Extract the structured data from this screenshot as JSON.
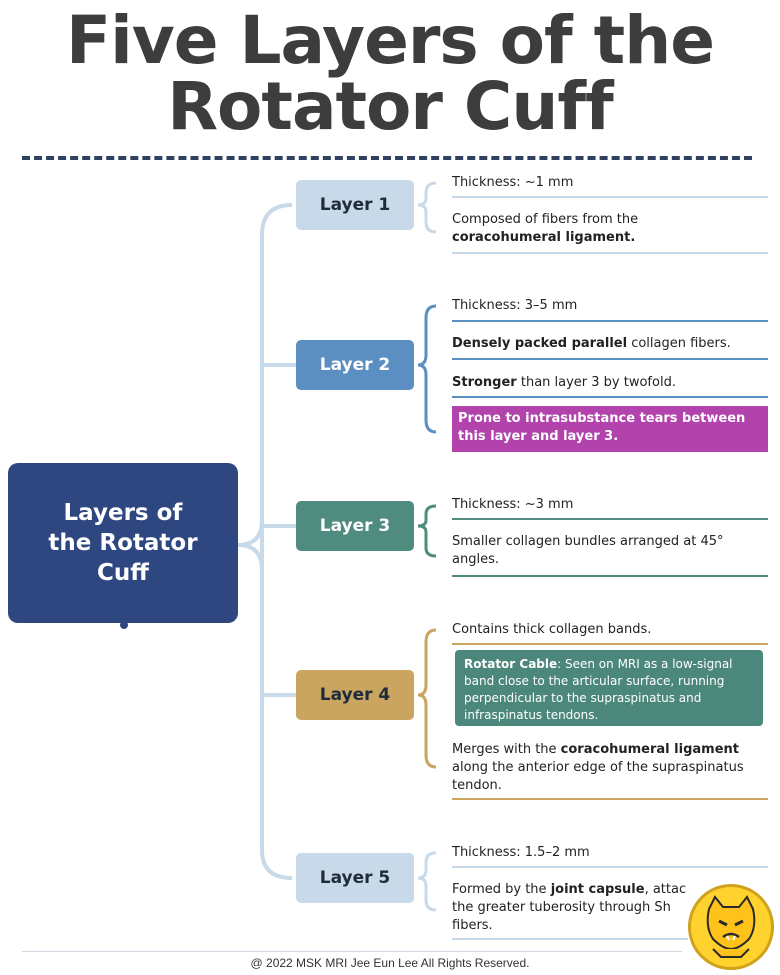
{
  "title": {
    "line1": "Five Layers of the",
    "line2": "Rotator Cuff"
  },
  "central": {
    "label": "Layers of the Rotator Cuff"
  },
  "colors": {
    "layer1": "#c8d9ea",
    "layer2": "#5b8fc2",
    "layer3": "#4f8c7f",
    "layer4": "#c9a560",
    "layer5": "#c8d9ea",
    "highlight": "#b243ad",
    "central": "#2f4781"
  },
  "layers": [
    {
      "label": "Layer 1",
      "thickness": "Thickness: ~1 mm",
      "desc_a": "Composed of fibers from the ",
      "desc_b": "coracohumeral ligament."
    },
    {
      "label": "Layer 2",
      "thickness": "Thickness: 3–5 mm",
      "item1_bold": "Densely packed parallel",
      "item1_rest": " collagen fibers.",
      "item2_bold": "Stronger",
      "item2_rest": " than layer 3 by twofold.",
      "warning": "Prone to intrasubstance tears between this layer and layer 3."
    },
    {
      "label": "Layer 3",
      "thickness": "Thickness: ~3 mm",
      "desc": "Smaller collagen bundles arranged at 45° angles."
    },
    {
      "label": "Layer 4",
      "contains": "Contains thick collagen bands.",
      "cable_bold": "Rotator Cable",
      "cable_rest": ": Seen on MRI as a low-signal band close to the articular surface, running perpendicular to the supraspinatus and infraspinatus tendons.",
      "merge_a": "Merges with the ",
      "merge_b": "coracohumeral ligament",
      "merge_c": " along the anterior edge of the supraspinatus tendon."
    },
    {
      "label": "Layer 5",
      "thickness": "Thickness: 1.5–2 mm",
      "desc_a": "Formed by the ",
      "desc_b": "joint capsule",
      "desc_c": ", attac",
      "desc_d": "the greater tuberosity through Sh",
      "desc_e": "fibers."
    }
  ],
  "footer": "@ 2022 MSK MRI Jee Eun Lee All Rights Reserved."
}
